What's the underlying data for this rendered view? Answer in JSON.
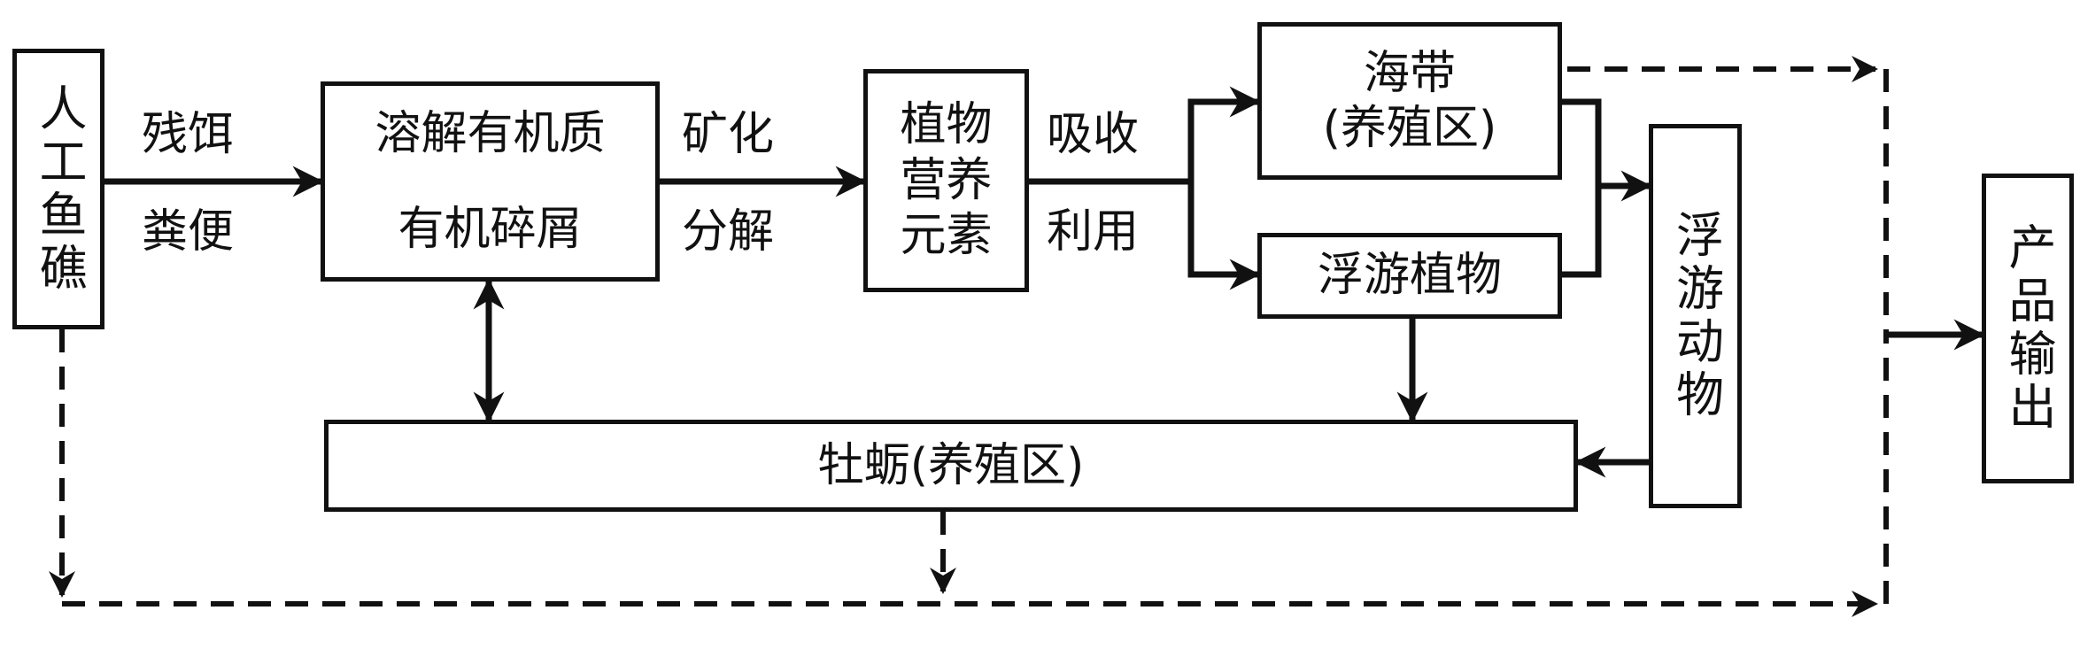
{
  "nodes": {
    "reef": "人工鱼礁",
    "dissolved_organic": "溶解有机质",
    "organic_debris": "有机碎屑",
    "nutrients": [
      "植物",
      "营养",
      "元素"
    ],
    "kelp": [
      "海带",
      "(养殖区)"
    ],
    "phytoplankton": "浮游植物",
    "zooplankton": "浮游动物",
    "oyster": "牡蛎(养殖区)",
    "output": "产品输出"
  },
  "labels": {
    "bait": "残饵",
    "feces": "粪便",
    "mineral": "矿化",
    "decompose": "分解",
    "absorb": "吸收",
    "utilize": "利用"
  },
  "colors": {
    "stroke": "#111111",
    "background": "#ffffff"
  }
}
